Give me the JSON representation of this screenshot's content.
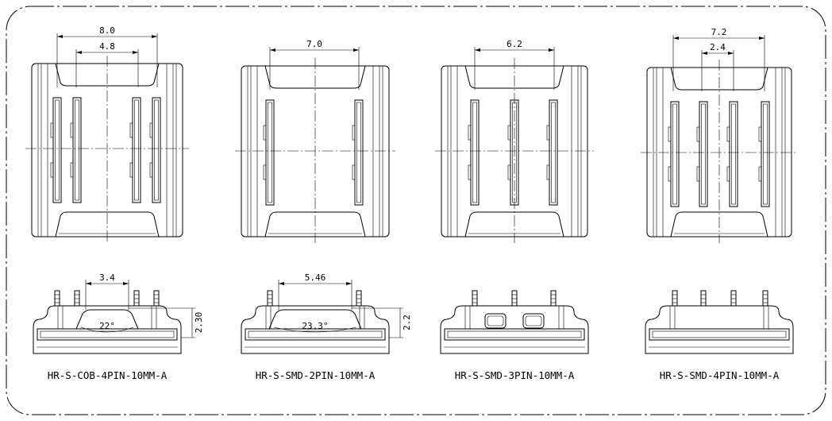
{
  "drawing": {
    "connectors": [
      {
        "name": "HR-S-COB-4PIN-10MM-A",
        "pins": 4,
        "top_dims": [
          "8.0",
          "4.8"
        ],
        "side_width_dim": "3.4",
        "side_height_dim": "2.30",
        "angle": "22°",
        "side_type": "hump"
      },
      {
        "name": "HR-S-SMD-2PIN-10MM-A",
        "pins": 2,
        "top_dims": [
          "7.0"
        ],
        "side_width_dim": "5.46",
        "side_height_dim": "2.2",
        "angle": "23.3°",
        "side_type": "hump"
      },
      {
        "name": "HR-S-SMD-3PIN-10MM-A",
        "pins": 3,
        "top_dims": [
          "6.2"
        ],
        "side_width_dim": null,
        "side_height_dim": null,
        "angle": null,
        "side_type": "windows"
      },
      {
        "name": "HR-S-SMD-4PIN-10MM-A",
        "pins": 4,
        "top_dims": [
          "7.2",
          "2.4"
        ],
        "side_width_dim": null,
        "side_height_dim": null,
        "angle": null,
        "side_type": "flat"
      }
    ]
  }
}
